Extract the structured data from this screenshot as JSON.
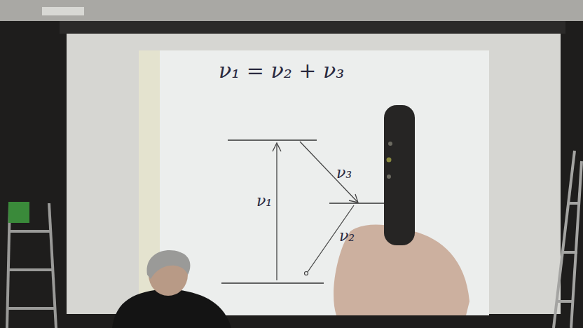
{
  "diagram": {
    "title": "ν₁ = ν₂ + ν₃",
    "labels": [
      "ν₁",
      "ν₃",
      "ν₂"
    ]
  }
}
